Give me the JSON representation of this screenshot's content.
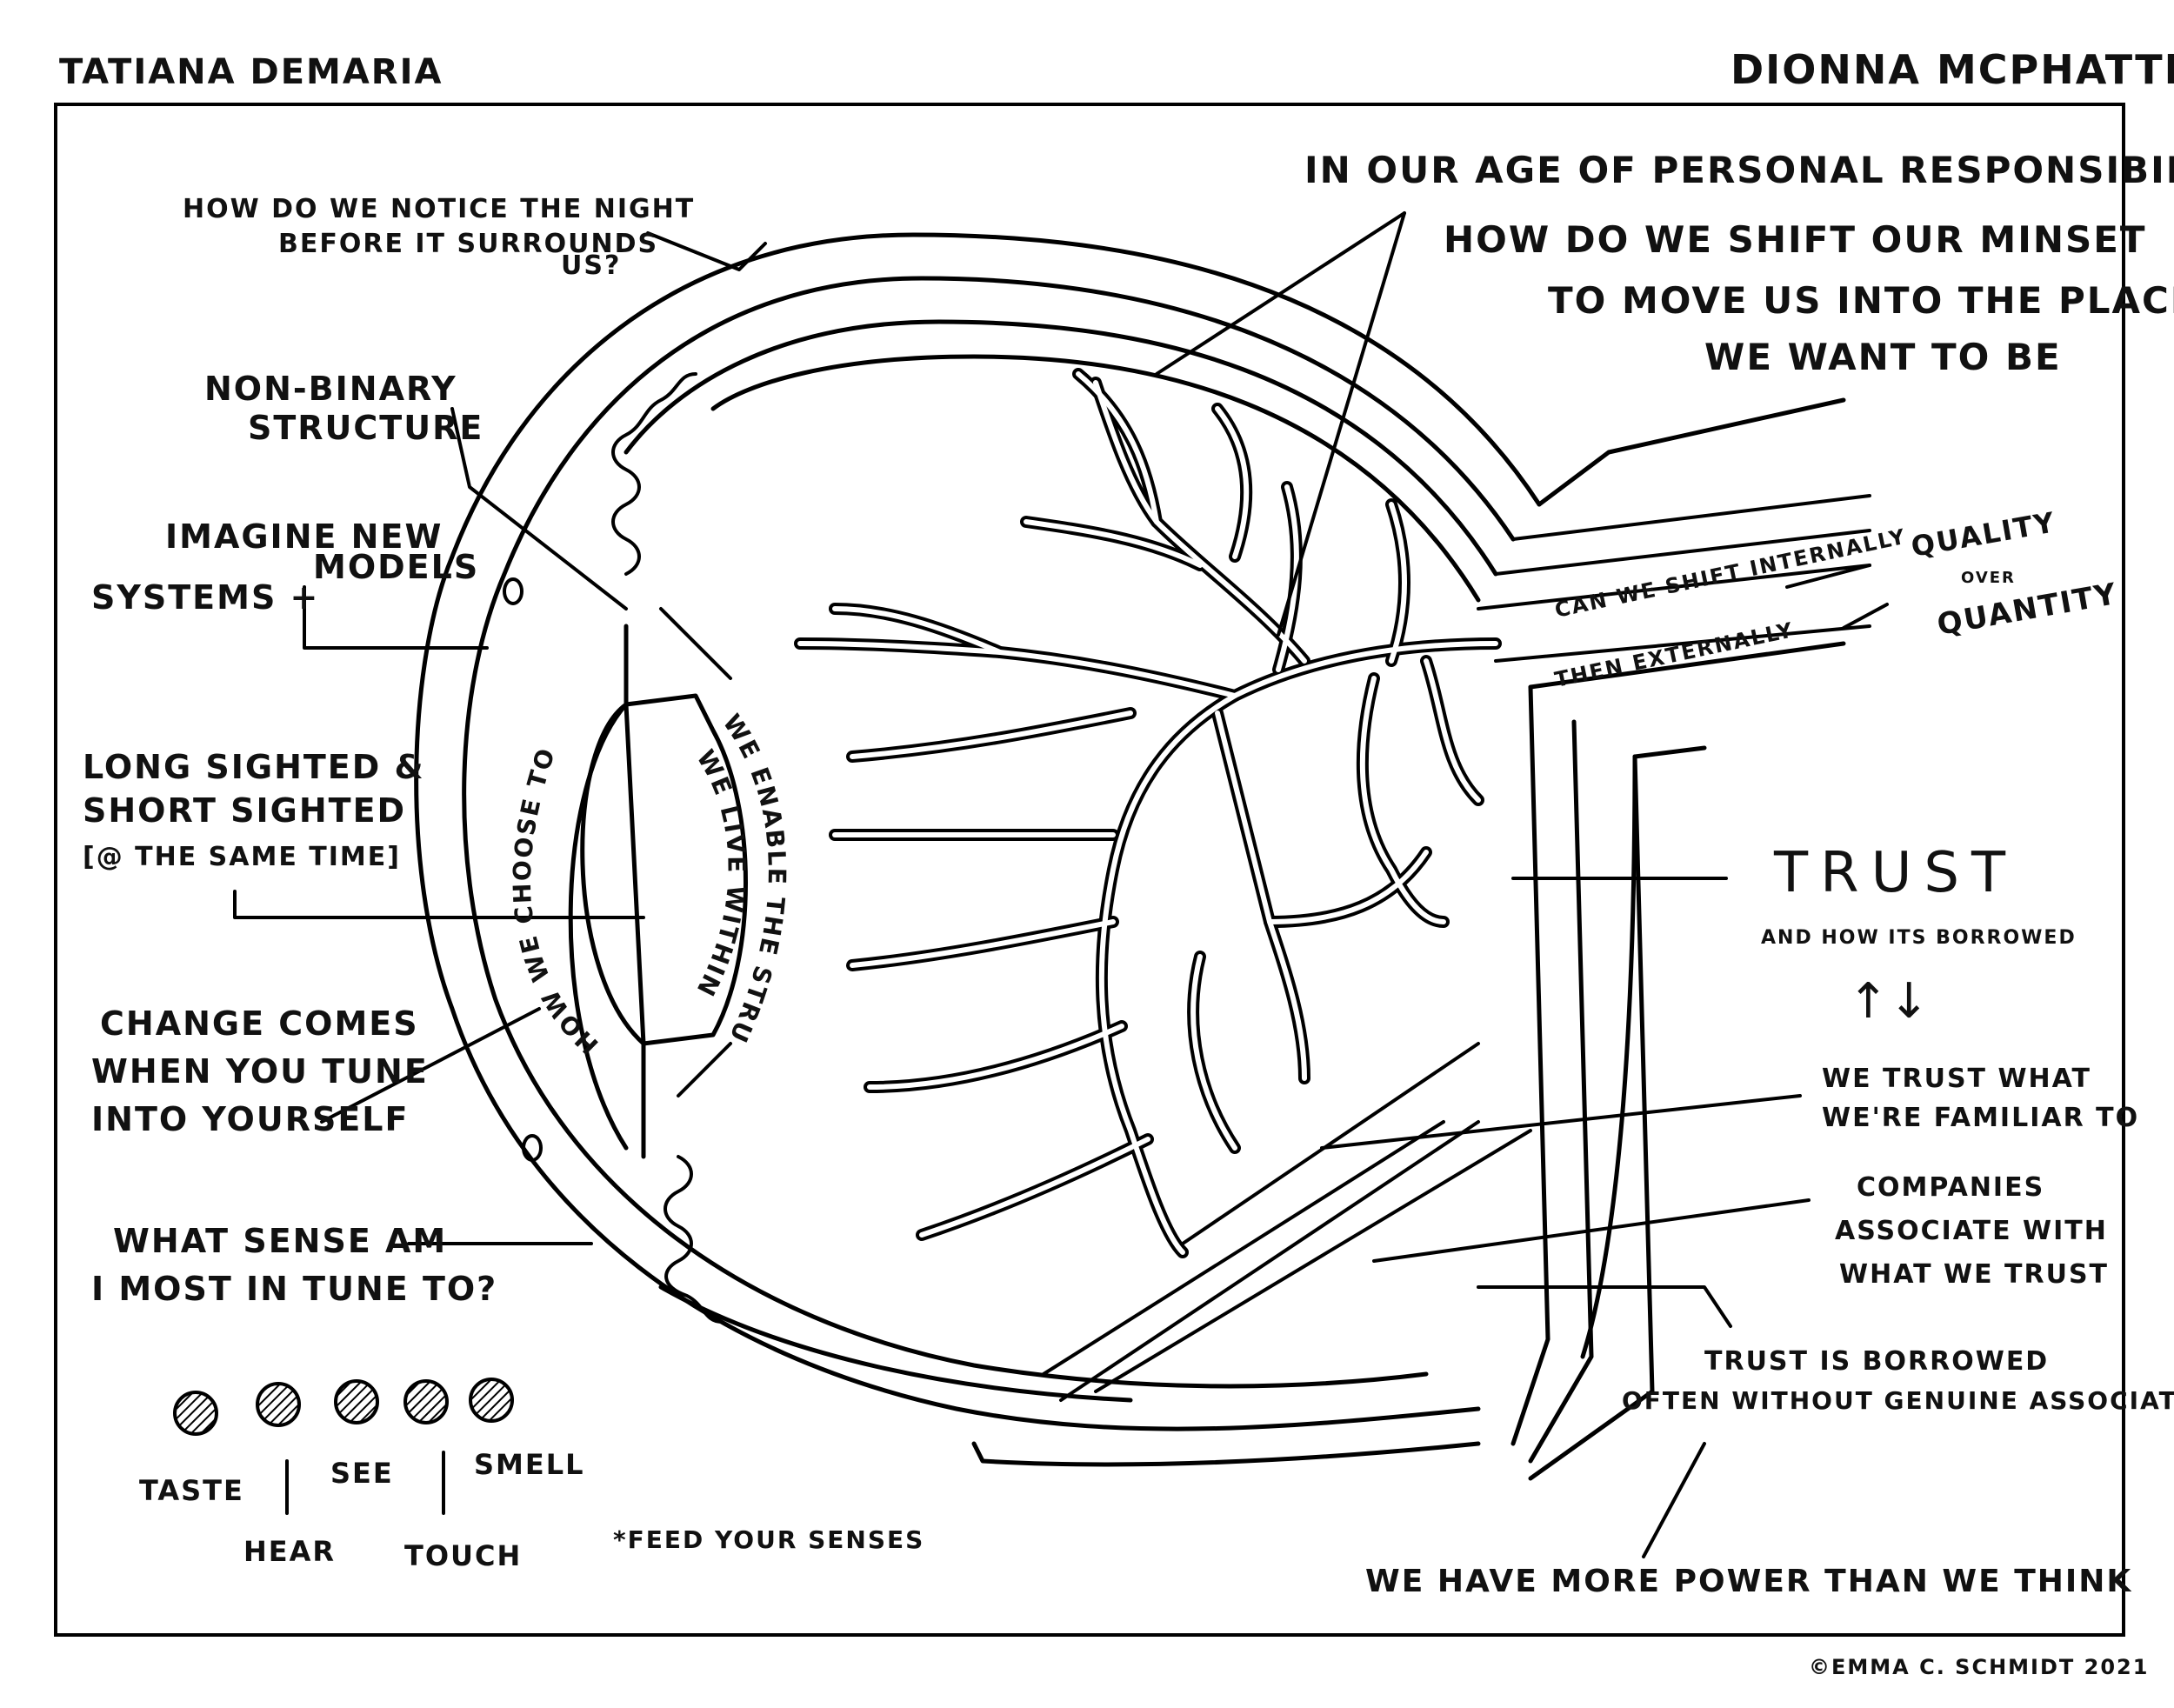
{
  "header": {
    "left_name": "TATIANA DEMARIA",
    "right_name": "DIONNA MCPHATTER"
  },
  "notes": {
    "night": [
      "HOW DO WE NOTICE THE NIGHT",
      "BEFORE IT SURROUNDS",
      "US?"
    ],
    "non_binary": [
      "NON-BINARY",
      "STRUCTURE"
    ],
    "imagine": [
      "IMAGINE NEW",
      "SYSTEMS +",
      "MODELS"
    ],
    "sighted": [
      "LONG SIGHTED &",
      "SHORT SIGHTED",
      "[@ THE SAME TIME]"
    ],
    "change": [
      "CHANGE COMES",
      "WHEN YOU TUNE",
      "INTO YOURSELF"
    ],
    "sense": [
      "WHAT SENSE AM",
      "I MOST IN TUNE TO?"
    ],
    "responsibility": [
      "IN OUR AGE OF PERSONAL RESPONSIBILITY",
      "HOW DO WE SHIFT OUR MINSET",
      "TO MOVE US INTO THE PLACE",
      "WE WANT TO BE"
    ],
    "internally": "CAN WE SHIFT INTERNALLY",
    "externally": "THEN EXTERNALLY",
    "quality": "QUALITY",
    "over": "OVER",
    "quantity": "QUANTITY",
    "trust": "TRUST",
    "trust_sub": "AND HOW ITS BORROWED",
    "trust_arrows": "↑↓",
    "familiar": [
      "WE TRUST WHAT",
      "WE'RE FAMILIAR TO"
    ],
    "companies": [
      "COMPANIES",
      "ASSOCIATE WITH",
      "WHAT WE TRUST"
    ],
    "borrowed": [
      "TRUST IS BORROWED",
      "OFTEN WITHOUT GENUINE ASSOCIATION"
    ],
    "power": "WE HAVE MORE POWER THAN WE THINK",
    "choose": "HOW WE CHOOSE TO SEE",
    "enable": "WE ENABLE THE STRUCTURES",
    "live_within": "WE LIVE WITHIN....",
    "feed": "*FEED YOUR SENSES"
  },
  "senses": {
    "taste": "TASTE",
    "see": "SEE",
    "smell": "SMELL",
    "hear": "HEAR",
    "touch": "TOUCH"
  },
  "footer": {
    "copyright": "©EMMA C. SCHMIDT 2021"
  }
}
